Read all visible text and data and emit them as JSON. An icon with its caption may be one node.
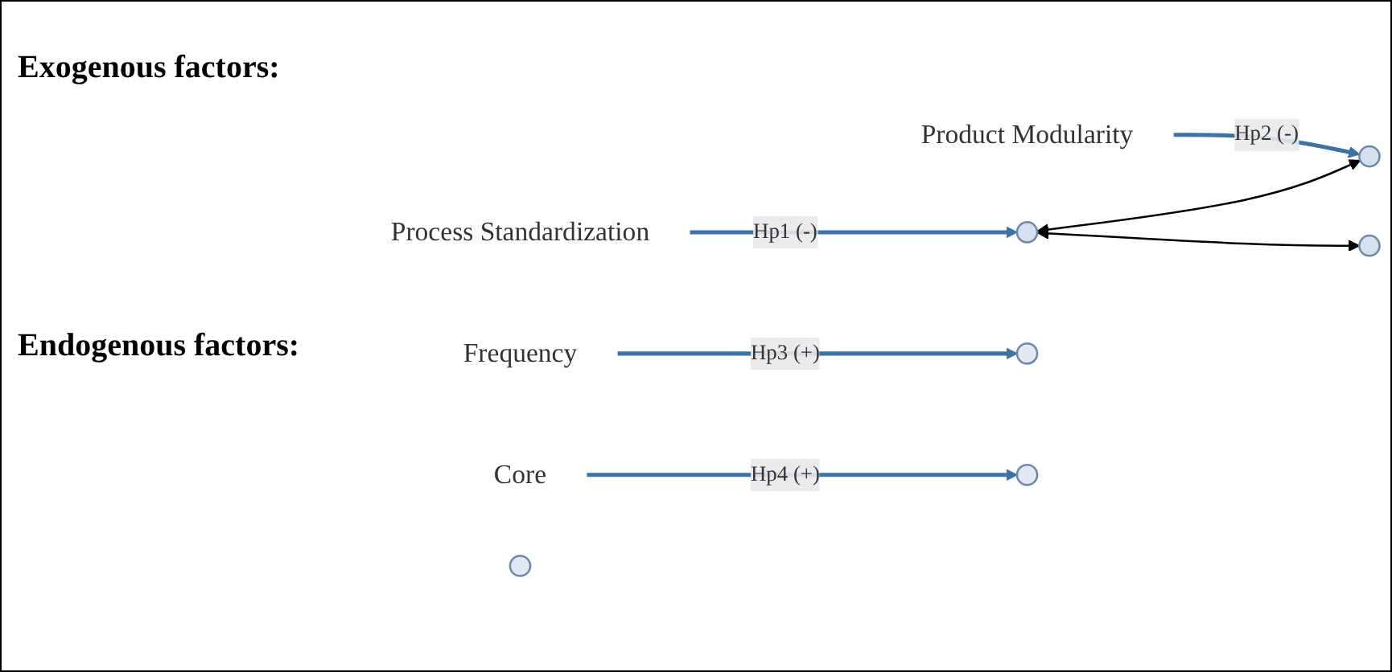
{
  "diagram": {
    "nodes": [
      {
        "text": [
          "Process Standardization"
        ]
      },
      {
        "text": [
          "Product Modularity"
        ]
      },
      {
        "text": [],
        "shape": "circle"
      },
      {
        "text": [],
        "shape": "circle"
      },
      {
        "text": [],
        "shape": "circle"
      },
      {
        "text": [
          "Frequency"
        ]
      },
      {
        "text": [
          "Core"
        ]
      },
      {
        "text": [],
        "shape": "circle"
      },
      {
        "text": [],
        "shape": "circle"
      },
      {
        "text": [],
        "shape": "circle"
      }
    ],
    "edges": [
      {
        "from": 0,
        "to": 2,
        "arrow": "to",
        "label": "Hp1 (-)"
      },
      {
        "from": 1,
        "to": 3,
        "arrow": "to",
        "label": "Hp2 (-)"
      },
      {
        "from": 2,
        "to": 3,
        "arrow": "both",
        "color": "#000000"
      },
      {
        "from": 2,
        "to": 4,
        "arrow": "both",
        "color": "#000000"
      },
      {
        "from": 5,
        "to": 7,
        "arrow": "to",
        "label": "Hp3 (+)"
      },
      {
        "from": 6,
        "to": 8,
        "arrow": "to",
        "label": "Hp4 (+)"
      }
    ],
    "labels": [
      "Exogenous factors:",
      "Endogenous factors:"
    ]
  }
}
